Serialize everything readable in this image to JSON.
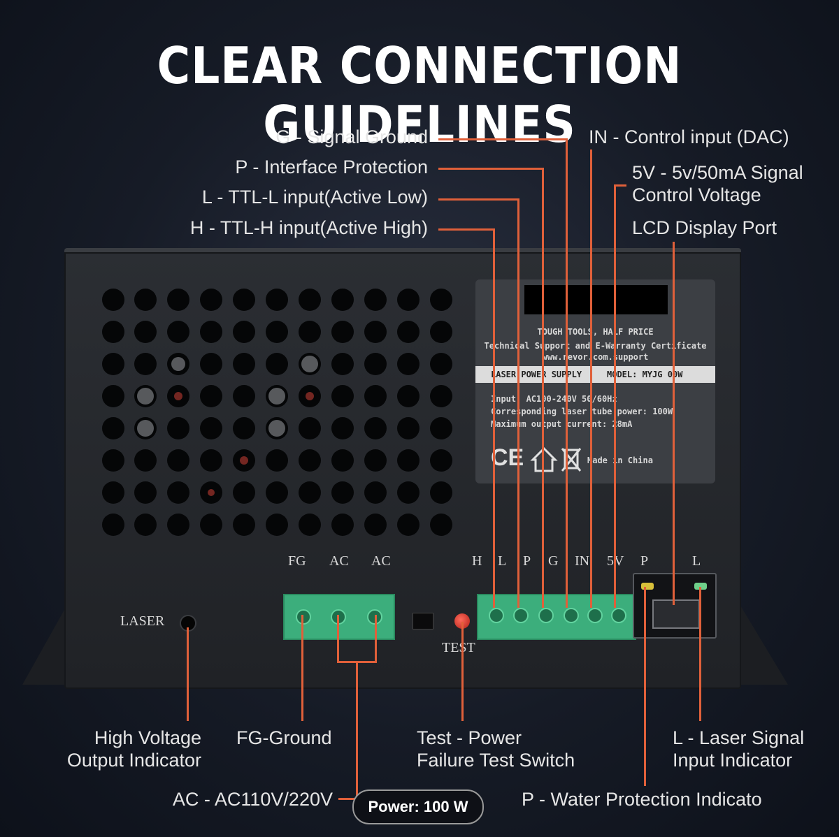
{
  "title": "CLEAR CONNECTION GUIDELINES",
  "labels": {
    "g_signal_ground": "G - Signal Ground",
    "p_interface_protection": "P - Interface Protection",
    "l_ttl_low": "L - TTL-L input(Active Low)",
    "h_ttl_high": "H -  TTL-H input(Active High)",
    "in_control_input": "IN - Control input (DAC)",
    "v5_line1": "5V - 5v/50mA Signal",
    "v5_line2": "Control Voltage",
    "lcd_port": "LCD Display Port",
    "hv_line1": "High Voltage",
    "hv_line2": "Output Indicator",
    "fg_ground": "FG-Ground",
    "test_line1": "Test - Power",
    "test_line2": "Failure Test Switch",
    "l_laser_line1": "L - Laser Signal",
    "l_laser_line2": "Input Indicator",
    "ac_input": "AC - AC110V/220V",
    "p_water": "P - Water Protection Indicato"
  },
  "power_badge": "Power: 100 W",
  "panel": {
    "laser_label": "LASER",
    "test_label": "TEST",
    "ac_pins": [
      "FG",
      "AC",
      "AC"
    ],
    "signal_pins": [
      "H",
      "L",
      "P",
      "G",
      "IN",
      "5V"
    ],
    "port_pins": [
      "P",
      "L"
    ]
  },
  "sticker": {
    "slogan": "TOUGH TOOLS, HALF PRICE",
    "support": "Technical Support and E-Warranty Certificate",
    "url": "www.revor.com.support",
    "product": "LASER POWER SUPPLY",
    "model": "MODEL: MYJG 00W",
    "input": "Input: AC100-240V  50/60Hz",
    "tube_power": "Corresponding laser tube power: 100W",
    "max_current": "Maximum output current: 28mA",
    "cert_marks": "CE",
    "made_in": "Made in China"
  },
  "colors": {
    "accent_line": "#e0603a",
    "terminal_green": "#3cae7c",
    "background": "#161b26"
  }
}
